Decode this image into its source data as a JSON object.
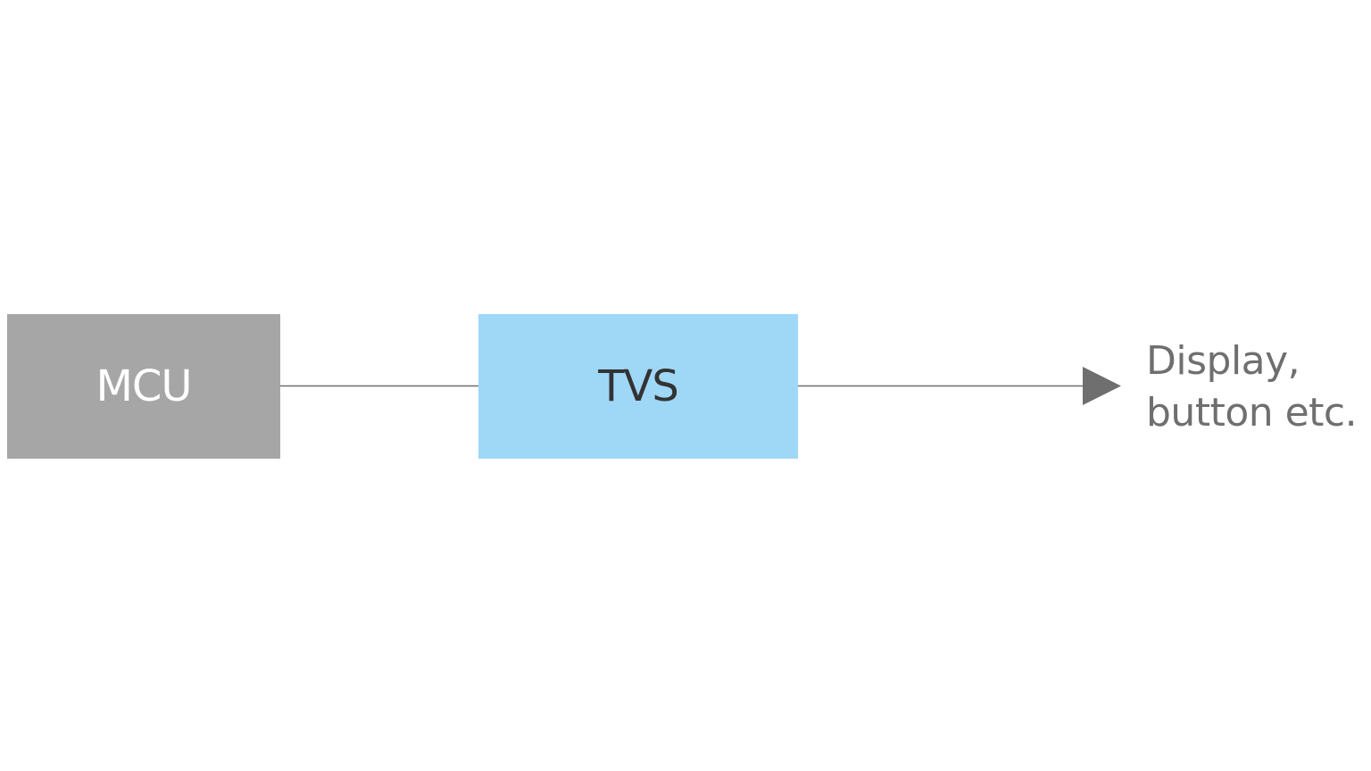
{
  "diagram": {
    "nodes": {
      "mcu": {
        "label": "MCU",
        "fill": "#a6a6a6",
        "text_color": "#ffffff"
      },
      "tvs": {
        "label": "TVS",
        "fill": "#9fd7f7",
        "text_color": "#333333"
      }
    },
    "target": {
      "lines": [
        "Display,",
        "button etc."
      ],
      "color": "#6f6f6f"
    },
    "edges": [
      {
        "from": "MCU",
        "to": "TVS",
        "style": "line"
      },
      {
        "from": "TVS",
        "to": "Display, button etc.",
        "style": "arrow"
      }
    ],
    "connector_color": "#6f6f6f"
  }
}
